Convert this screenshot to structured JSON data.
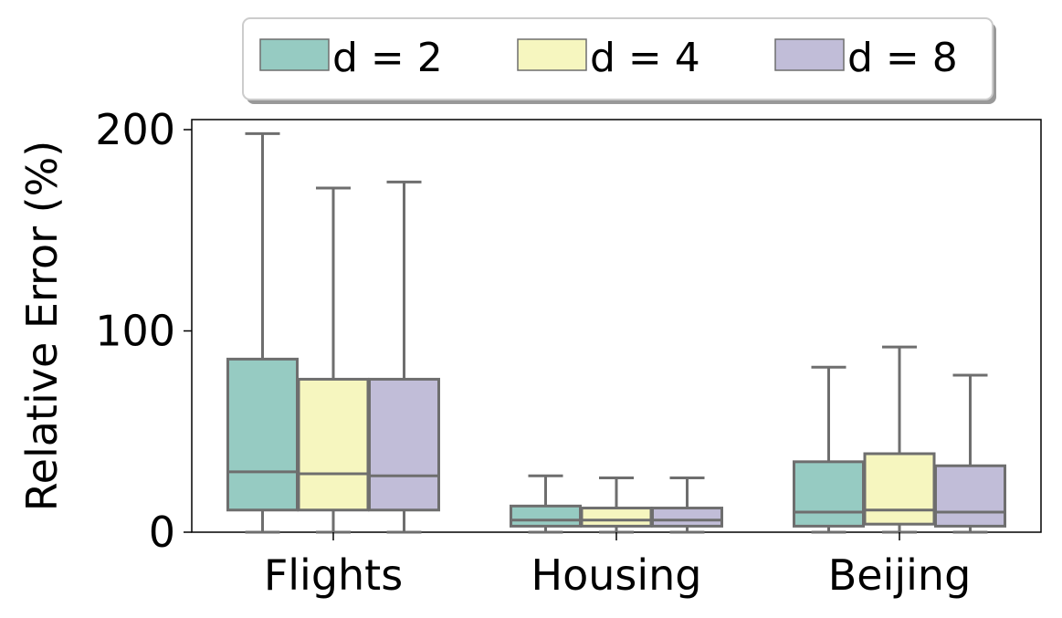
{
  "chart_data": {
    "type": "box",
    "ylabel": "Relative Error (%)",
    "ylim": [
      0,
      205
    ],
    "yticks": [
      "0",
      "100",
      "200"
    ],
    "categories": [
      "Flights",
      "Housing",
      "Beijing"
    ],
    "legend": {
      "placement": "top-center"
    },
    "grid": false,
    "series": [
      {
        "name": "d = 2",
        "color": "#96cbc2",
        "boxes": [
          {
            "whislo": 0,
            "q1": 11,
            "med": 30,
            "q3": 86,
            "whishi": 198
          },
          {
            "whislo": 0,
            "q1": 3,
            "med": 6,
            "q3": 13,
            "whishi": 28
          },
          {
            "whislo": 0,
            "q1": 3,
            "med": 10,
            "q3": 35,
            "whishi": 82
          }
        ]
      },
      {
        "name": "d = 4",
        "color": "#f6f6bf",
        "boxes": [
          {
            "whislo": 0,
            "q1": 11,
            "med": 29,
            "q3": 76,
            "whishi": 171
          },
          {
            "whislo": 0,
            "q1": 3,
            "med": 6,
            "q3": 12,
            "whishi": 27
          },
          {
            "whislo": 0,
            "q1": 4,
            "med": 11,
            "q3": 39,
            "whishi": 92
          }
        ]
      },
      {
        "name": "d = 8",
        "color": "#c1bdd8",
        "boxes": [
          {
            "whislo": 0,
            "q1": 11,
            "med": 28,
            "q3": 76,
            "whishi": 174
          },
          {
            "whislo": 0,
            "q1": 3,
            "med": 6,
            "q3": 12,
            "whishi": 27
          },
          {
            "whislo": 0,
            "q1": 3,
            "med": 10,
            "q3": 33,
            "whishi": 78
          }
        ]
      }
    ]
  }
}
